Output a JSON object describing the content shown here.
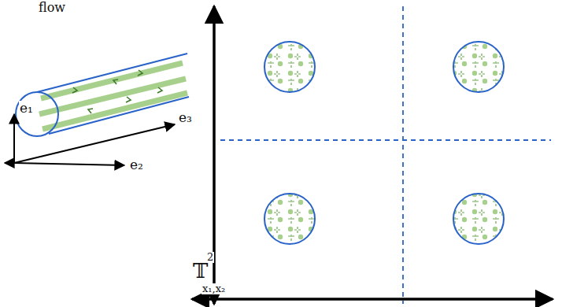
{
  "diagram": {
    "labels": [
      "flow",
      "e₁",
      "e₂",
      "e₃",
      "𝕋",
      "2",
      "x₁,x₂"
    ]
  }
}
